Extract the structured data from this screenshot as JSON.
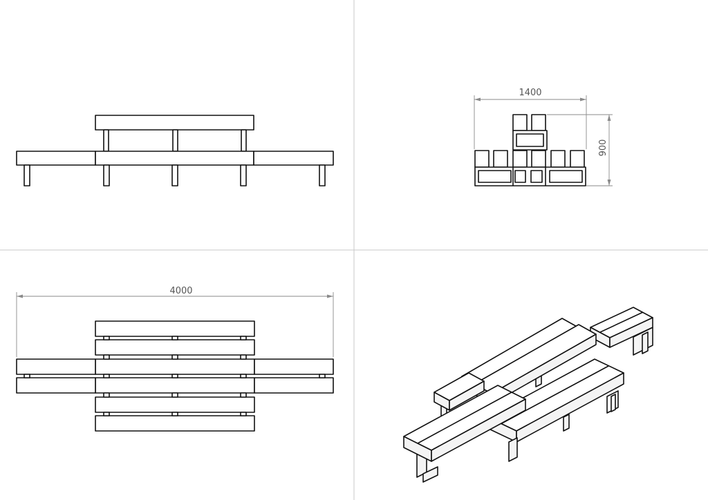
{
  "views": {
    "front": {
      "name": "front-view"
    },
    "side": {
      "name": "side-view"
    },
    "top": {
      "name": "top-view"
    },
    "iso": {
      "name": "isometric-view"
    }
  },
  "dimensions": {
    "side_width": "1400",
    "side_height": "900",
    "top_length": "4000"
  },
  "colors": {
    "line": "#111111",
    "dimension": "#8a8a8a",
    "divider": "#c8c8c8",
    "background": "#ffffff"
  }
}
